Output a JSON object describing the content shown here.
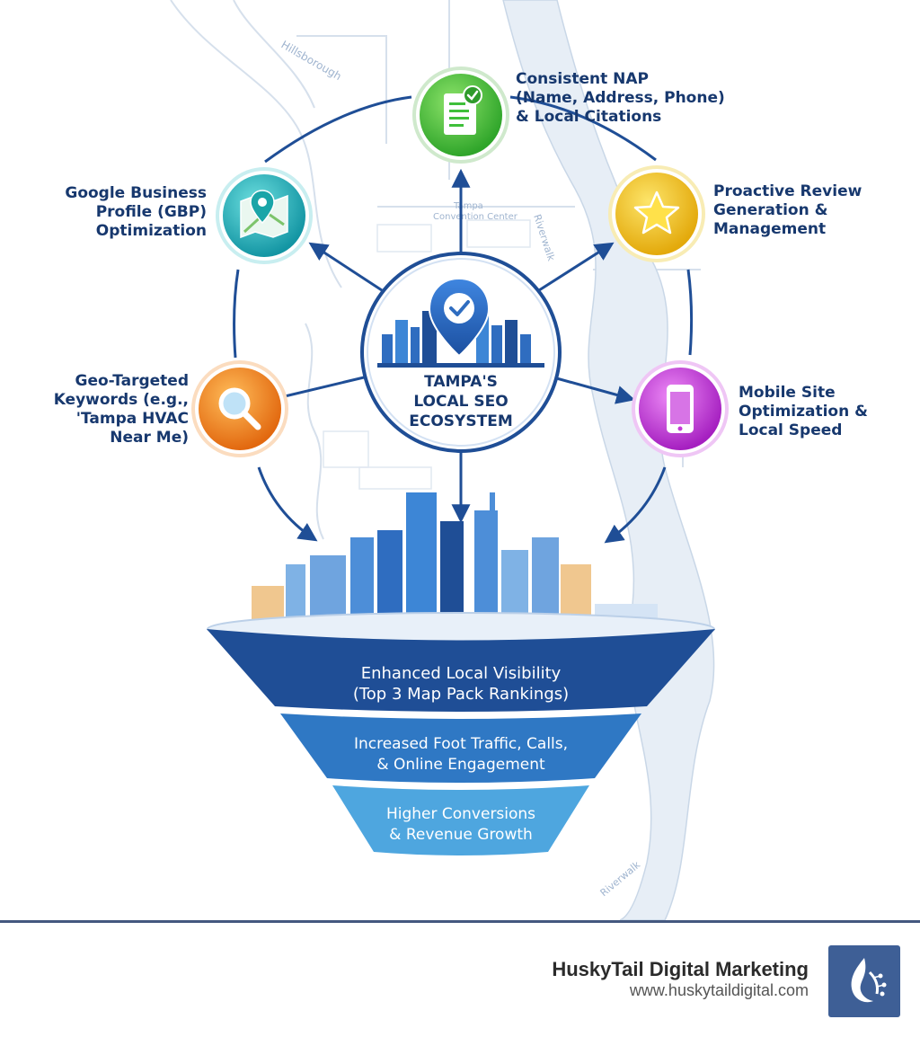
{
  "map": {
    "labels": [
      "Hillsborough",
      "Tampa",
      "Convention Center",
      "Riverwalk",
      "Riverwalk"
    ]
  },
  "center": {
    "title_lines": [
      "TAMPA'S",
      "LOCAL SEO",
      "ECOSYSTEM"
    ],
    "icon": "location-pin-check-icon"
  },
  "nodes": [
    {
      "id": "nap",
      "icon": "document-check-icon",
      "color": "#3fbf3a",
      "lines": [
        "Consistent NAP",
        "(Name, Address, Phone)",
        "& Local Citations"
      ]
    },
    {
      "id": "gbp",
      "icon": "map-pin-icon",
      "color": "#1fb3b7",
      "lines": [
        "Google Business",
        "Profile (GBP)",
        "Optimization"
      ]
    },
    {
      "id": "review",
      "icon": "star-icon",
      "color": "#f2c20f",
      "lines": [
        "Proactive Review",
        "Generation &",
        "Management"
      ]
    },
    {
      "id": "keywords",
      "icon": "magnifier-icon",
      "color": "#f0851d",
      "lines": [
        "Geo-Targeted",
        "Keywords (e.g.,",
        "'Tampa HVAC",
        "Near Me)"
      ]
    },
    {
      "id": "mobile",
      "icon": "smartphone-icon",
      "color": "#c43bd6",
      "lines": [
        "Mobile Site",
        "Optimization &",
        "Local Speed"
      ]
    }
  ],
  "funnel": [
    {
      "lines": [
        "Enhanced Local Visibility",
        "(Top 3 Map Pack Rankings)"
      ],
      "color": "#1f4e96"
    },
    {
      "lines": [
        "Increased Foot Traffic, Calls,",
        "& Online Engagement"
      ],
      "color": "#2f78c4"
    },
    {
      "lines": [
        "Higher Conversions",
        "& Revenue Growth"
      ],
      "color": "#4ea6df"
    }
  ],
  "footer": {
    "brand": "HuskyTail Digital Marketing",
    "url": "www.huskytaildigital.com",
    "logo_icon": "husky-tail-logo-icon"
  }
}
